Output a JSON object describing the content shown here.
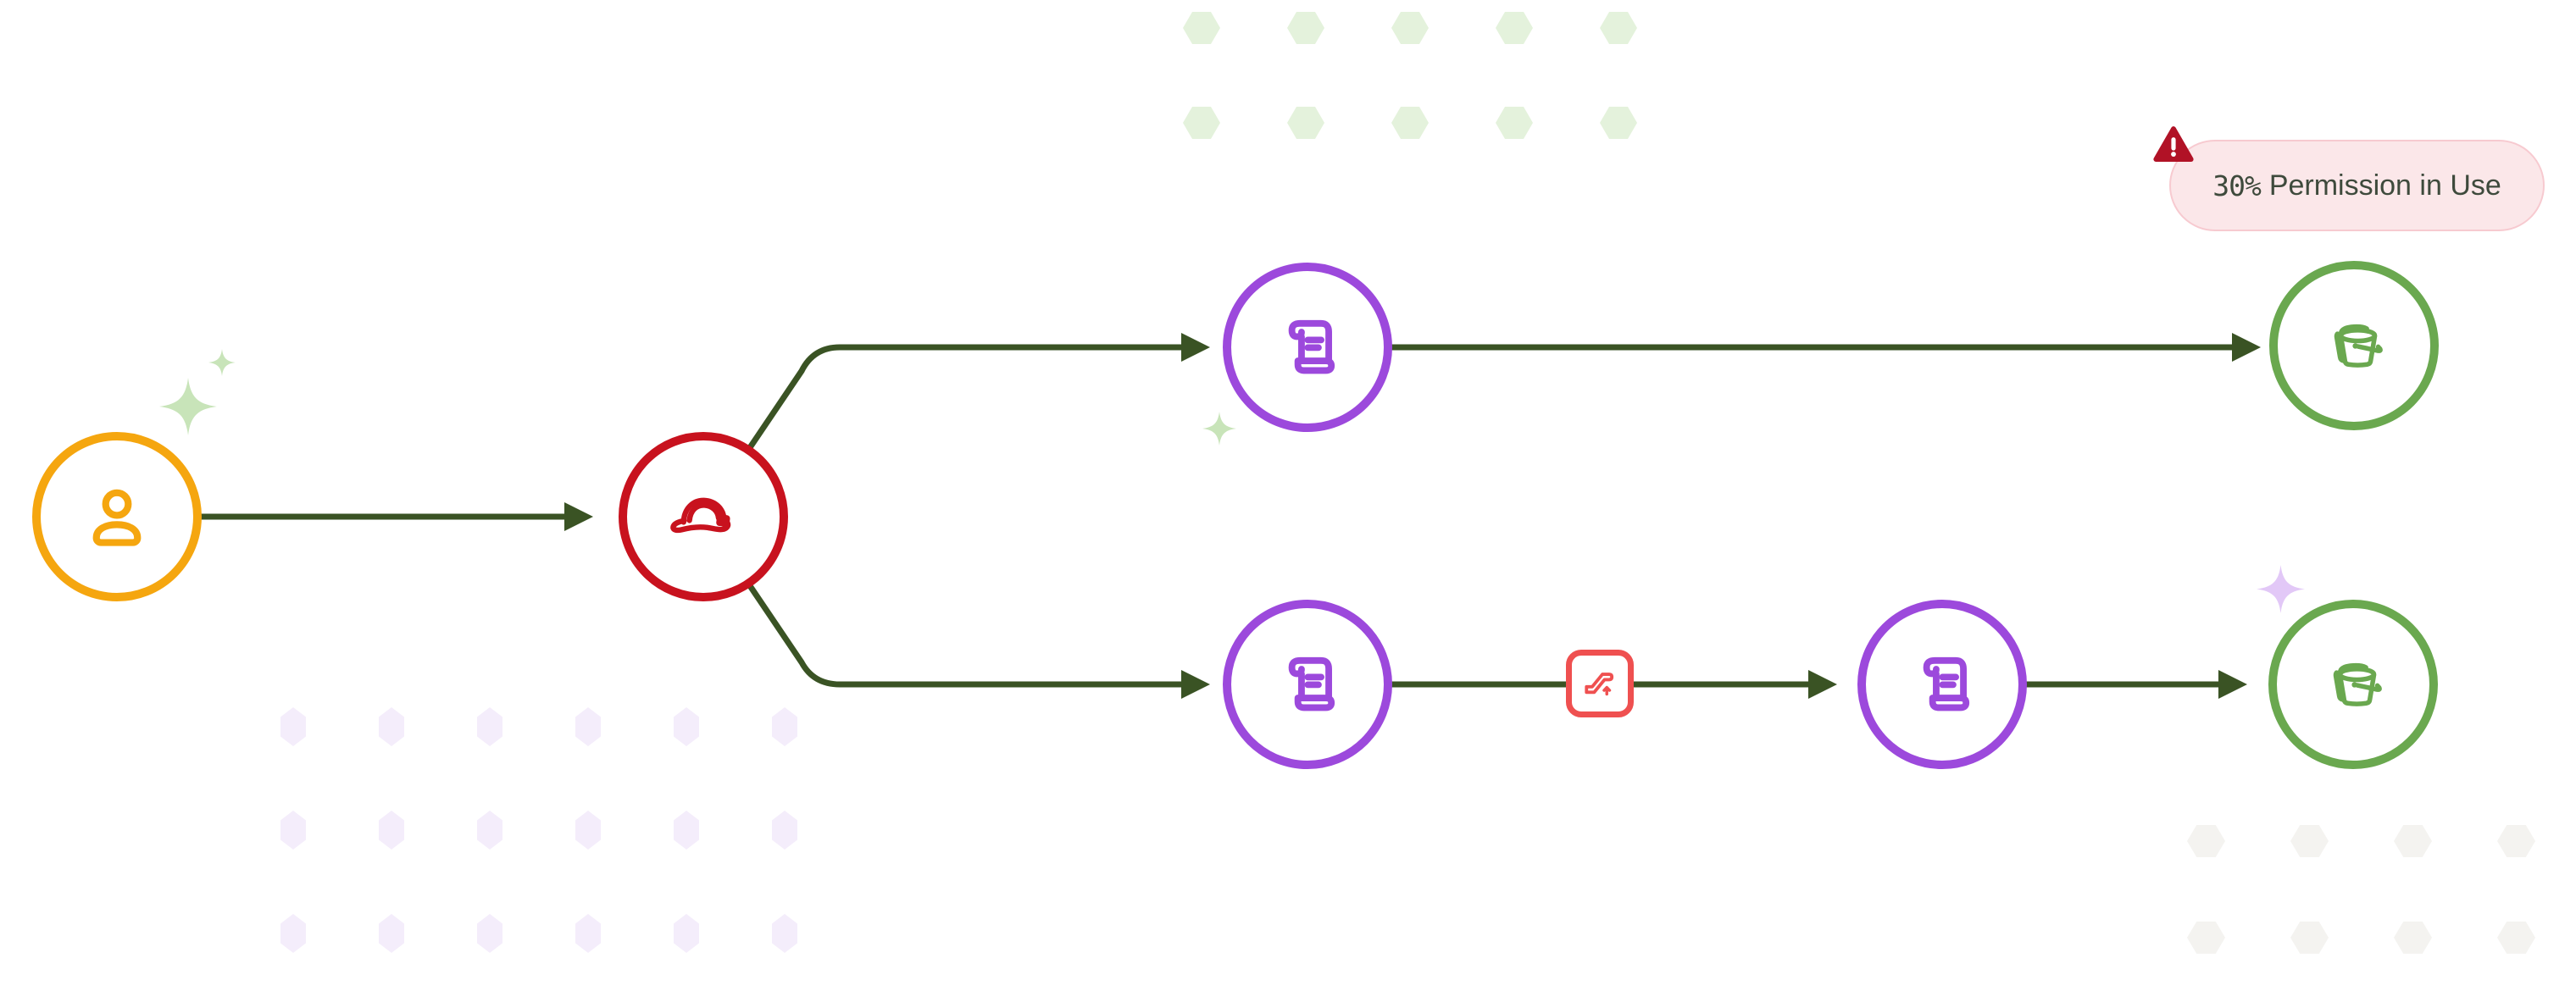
{
  "badge": {
    "value": "30%",
    "label": "Permission in Use",
    "icon": "warning-icon"
  },
  "nodes": [
    {
      "id": "user",
      "icon": "user-icon",
      "color": "#F5A60F"
    },
    {
      "id": "hard-hat",
      "icon": "hard-hat-icon",
      "color": "#C8121E"
    },
    {
      "id": "policy-top",
      "icon": "scroll-icon",
      "color": "#9C49DC"
    },
    {
      "id": "policy-bottom-1",
      "icon": "scroll-icon",
      "color": "#9C49DC"
    },
    {
      "id": "escalation",
      "icon": "escalator-up-icon",
      "color": "#EF5050"
    },
    {
      "id": "policy-bottom-2",
      "icon": "scroll-icon",
      "color": "#9C49DC"
    },
    {
      "id": "bucket-top",
      "icon": "bucket-icon",
      "color": "#6AA84F"
    },
    {
      "id": "bucket-bottom",
      "icon": "bucket-icon",
      "color": "#6AA84F"
    }
  ],
  "connections": [
    [
      "user",
      "hard-hat"
    ],
    [
      "hard-hat",
      "policy-top"
    ],
    [
      "hard-hat",
      "policy-bottom-1"
    ],
    [
      "policy-top",
      "bucket-top"
    ],
    [
      "policy-bottom-1",
      "escalation"
    ],
    [
      "escalation",
      "policy-bottom-2"
    ],
    [
      "policy-bottom-2",
      "bucket-bottom"
    ]
  ],
  "colors": {
    "orange": "#F5A60F",
    "red": "#C8121E",
    "purple": "#9C49DC",
    "green": "#6AA84F",
    "line": "#3A5324",
    "chip_red": "#EF5050",
    "warning_red": "#B11226",
    "badge_bg": "#FBE7E9",
    "badge_border": "#F7CAD0",
    "badge_text": "#3E4A3C",
    "sparkle_green": "#C8E4B9",
    "sparkle_purple": "#E2C8F7",
    "hex_green": "#E4F2DC",
    "hex_purple": "#F4EDFB",
    "hex_gray": "#F4F3F0"
  }
}
